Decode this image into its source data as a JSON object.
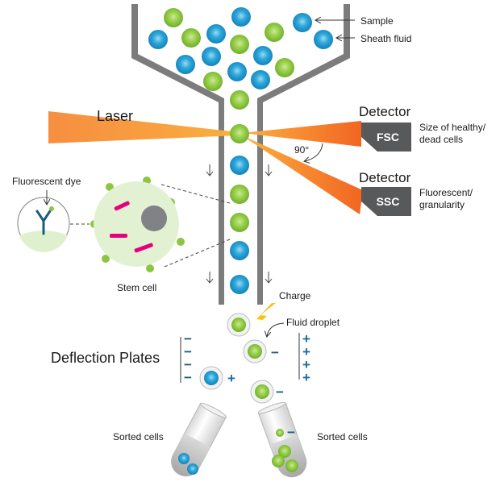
{
  "labels": {
    "sample": "Sample",
    "sheath_fluid": "Sheath fluid",
    "laser": "Laser",
    "detector_fsc_title": "Detector",
    "fsc": "FSC",
    "fsc_desc_line1": "Size of healthy/",
    "fsc_desc_line2": "dead cells",
    "angle": "90°",
    "detector_ssc_title": "Detector",
    "ssc": "SSC",
    "ssc_desc_line1": "Fluorescent/",
    "ssc_desc_line2": "granularity",
    "fluorescent_dye": "Fluorescent dye",
    "stem_cell": "Stem cell",
    "charge": "Charge",
    "fluid_droplet": "Fluid droplet",
    "deflection_plates": "Deflection Plates",
    "sorted_cells_left": "Sorted cells",
    "sorted_cells_right": "Sorted cells",
    "minus": "−",
    "plus": "+"
  },
  "colors": {
    "green_cell": "#8cc63f",
    "blue_cell": "#1b9bd1",
    "funnel": "#7c7c7c",
    "laser": "#f47b20",
    "detector_box": "#58595b",
    "stem_cell_bg": "#e3f1d3",
    "stain": "#e6007e"
  }
}
